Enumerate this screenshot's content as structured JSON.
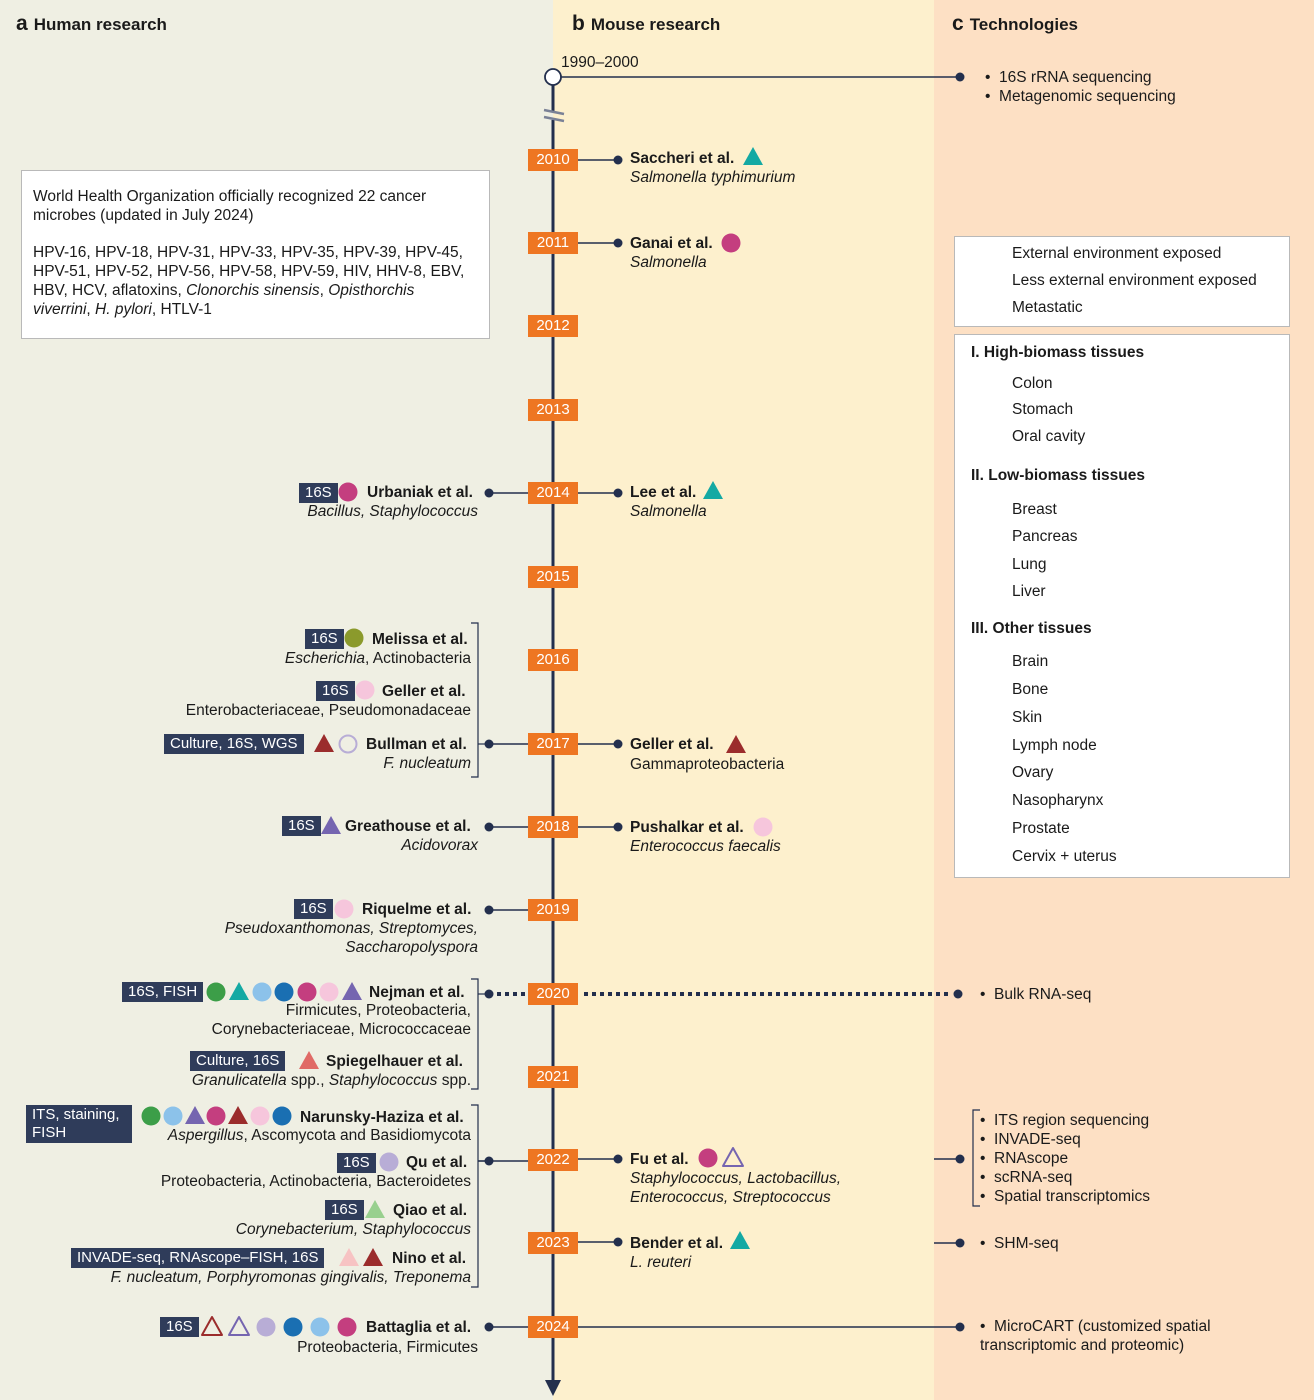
{
  "headers": {
    "a": {
      "letter": "a",
      "title": "Human research"
    },
    "b": {
      "letter": "b",
      "title": "Mouse research"
    },
    "c": {
      "letter": "c",
      "title": "Technologies"
    }
  },
  "timeline": {
    "start_label": "1990–2000",
    "years": [
      "2010",
      "2011",
      "2012",
      "2013",
      "2014",
      "2015",
      "2016",
      "2017",
      "2018",
      "2019",
      "2020",
      "2021",
      "2022",
      "2023",
      "2024"
    ]
  },
  "who_box": {
    "line1": "World Health Organization officially recognized 22 cancer",
    "line2": "microbes (updated in July 2024)",
    "list1": "HPV-16, HPV-18, HPV-31, HPV-33, HPV-35, HPV-39, HPV-45,",
    "list2": "HPV-51, HPV-52, HPV-56, HPV-58, HPV-59, HIV, HHV-8, EBV,",
    "list3a": "HBV, HCV, aflatoxins, ",
    "list3b": "Clonorchis sinensis",
    "list3c": ", ",
    "list3d": "Opisthorchis",
    "list4a": "viverrini",
    "list4b": ", ",
    "list4c": "H. pylori",
    "list4d": ", HTLV-1"
  },
  "human": [
    {
      "key": "urbaniak",
      "tag": "16S",
      "author": "Urbaniak et al.",
      "taxa": "Bacillus, Staphylococcus"
    },
    {
      "key": "melissa",
      "tag": "16S",
      "author": "Melissa et al.",
      "taxa_i": "Escherichia",
      "taxa_r": ", Actinobacteria"
    },
    {
      "key": "geller_h",
      "tag": "16S",
      "author": "Geller et al.",
      "taxa": "Enterobacteriaceae, Pseudomonadaceae"
    },
    {
      "key": "bullman",
      "tag": "Culture, 16S, WGS",
      "author": "Bullman et al.",
      "taxa": "F. nucleatum"
    },
    {
      "key": "greathouse",
      "tag": "16S",
      "author": "Greathouse et al.",
      "taxa": "Acidovorax"
    },
    {
      "key": "riquelme",
      "tag": "16S",
      "author": "Riquelme et al.",
      "taxa1": "Pseudoxanthomonas, Streptomyces,",
      "taxa2": "Saccharopolyspora"
    },
    {
      "key": "nejman",
      "tag": "16S, FISH",
      "author": "Nejman et al.",
      "taxa1": "Firmicutes, Proteobacteria,",
      "taxa2": "Corynebacteriaceae, Micrococcaceae"
    },
    {
      "key": "spiegel",
      "tag": "Culture, 16S",
      "author": "Spiegelhauer et al.",
      "taxa_i": "Granulicatella",
      "taxa_r": " spp., ",
      "taxa_i2": "Staphylococcus",
      "taxa_r2": " spp."
    },
    {
      "key": "narunsky",
      "tag": "ITS, staining, FISH",
      "author": "Narunsky-Haziza et al.",
      "taxa_i": "Aspergillus",
      "taxa_r": ", Ascomycota and Basidiomycota"
    },
    {
      "key": "qu",
      "tag": "16S",
      "author": "Qu et al.",
      "taxa": "Proteobacteria, Actinobacteria, Bacteroidetes"
    },
    {
      "key": "qiao",
      "tag": "16S",
      "author": "Qiao et al.",
      "taxa": "Corynebacterium, Staphylococcus"
    },
    {
      "key": "nino",
      "tag": "INVADE-seq, RNAscope–FISH, 16S",
      "author": "Nino et al.",
      "taxa": "F. nucleatum, Porphyromonas gingivalis, Treponema"
    },
    {
      "key": "battaglia",
      "tag": "16S",
      "author": "Battaglia et al.",
      "taxa": "Proteobacteria, Firmicutes"
    }
  ],
  "mouse": [
    {
      "key": "saccheri",
      "author": "Saccheri et al.",
      "taxa": "Salmonella typhimurium"
    },
    {
      "key": "ganai",
      "author": "Ganai et al.",
      "taxa": "Salmonella"
    },
    {
      "key": "lee",
      "author": "Lee et al.",
      "taxa": "Salmonella"
    },
    {
      "key": "geller_m",
      "author": "Geller et al.",
      "taxa": "Gammaproteobacteria"
    },
    {
      "key": "pushalkar",
      "author": "Pushalkar et al.",
      "taxa": "Enterococcus faecalis"
    },
    {
      "key": "fu",
      "author": "Fu et al.",
      "taxa1": "Staphylococcus, Lactobacillus,",
      "taxa2": "Enterococcus, Streptococcus"
    },
    {
      "key": "bender",
      "author": "Bender et al.",
      "taxa": "L. reuteri"
    }
  ],
  "technologies": {
    "t1990": [
      "16S rRNA sequencing",
      "Metagenomic sequencing"
    ],
    "t2020": [
      "Bulk RNA-seq"
    ],
    "t2022": [
      "ITS region sequencing",
      "INVADE-seq",
      "RNAscope",
      "scRNA-seq",
      "Spatial transcriptomics"
    ],
    "t2023": [
      "SHM-seq"
    ],
    "t2024": [
      "MicroCART (customized spatial",
      "transcriptomic and proteomic)"
    ]
  },
  "legend": {
    "shape_key": [
      "External environment exposed",
      "Less external environment exposed",
      "Metastatic"
    ],
    "group1": {
      "title": "I. High-biomass tissues",
      "items": [
        "Colon",
        "Stomach",
        "Oral cavity"
      ]
    },
    "group2": {
      "title": "II. Low-biomass tissues",
      "items": [
        "Breast",
        "Pancreas",
        "Lung",
        "Liver"
      ]
    },
    "group3": {
      "title": "III. Other tissues",
      "items": [
        "Brain",
        "Bone",
        "Skin",
        "Lymph node",
        "Ovary",
        "Nasopharynx",
        "Prostate",
        "Cervix + uterus"
      ]
    }
  },
  "colors": {
    "colon": "#9b2c2c",
    "stomach": "#e06a66",
    "oral": "#f7c3c3",
    "breast": "#c43e7f",
    "pancreas": "#f6c6dc",
    "lung": "#7565b0",
    "liver": "#b8add6",
    "brain": "#1a6fb2",
    "bone": "#8cc2ea",
    "skin": "#14a9a3",
    "lymph": "#8ad2d8",
    "ovary": "#3c9e48",
    "naso": "#98d08e",
    "prostate": "#8b9a2c",
    "cervix": "#d2d870",
    "navy": "#232f4d",
    "year": "#ee7622",
    "tag": "#2f3c5a"
  }
}
